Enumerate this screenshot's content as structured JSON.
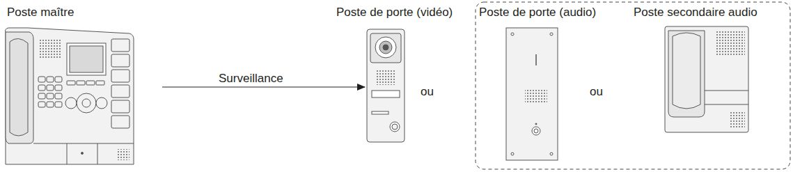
{
  "diagram": {
    "nodes": [
      {
        "text": [
          "Poste maître"
        ]
      },
      {
        "text": [
          "Poste de porte (vidéo)"
        ]
      },
      {
        "text": [
          "Poste de porte (audio)"
        ]
      },
      {
        "text": [
          "Poste secondaire audio"
        ]
      }
    ],
    "edges": [
      {
        "from": 0,
        "to": 1,
        "label": "Surveillance",
        "arrow": "to"
      }
    ],
    "labels": [
      "ou",
      "ou"
    ]
  }
}
